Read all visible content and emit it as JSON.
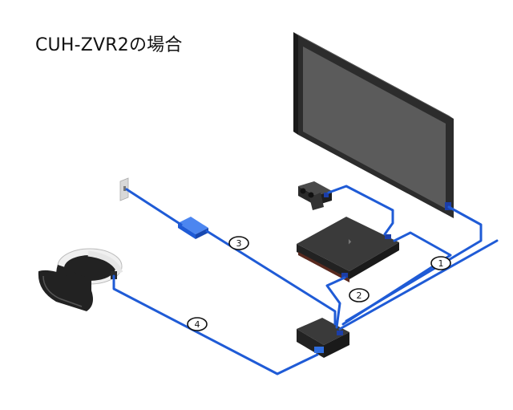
{
  "title": "CUH-ZVR2の場合",
  "callouts": [
    {
      "id": "1",
      "label": "1"
    },
    {
      "id": "2",
      "label": "2"
    },
    {
      "id": "3",
      "label": "3"
    },
    {
      "id": "4",
      "label": "4"
    }
  ],
  "colors": {
    "cable": "#1f5bd6",
    "connector": "#1b3ea8",
    "tv_screen": "#5b5b5b",
    "tv_frame": "#2c2c2c",
    "console": "#2a2a2a",
    "processor": "#262626",
    "ac_adapter": "#2f6ee0",
    "outlet": "#d8d8d8",
    "headset_white": "#f0f0f0",
    "headset_black": "#222222"
  },
  "icons": [
    "tv",
    "ps4-console",
    "ps-camera",
    "processor-unit",
    "ac-adapter",
    "wall-outlet",
    "vr-headset"
  ]
}
